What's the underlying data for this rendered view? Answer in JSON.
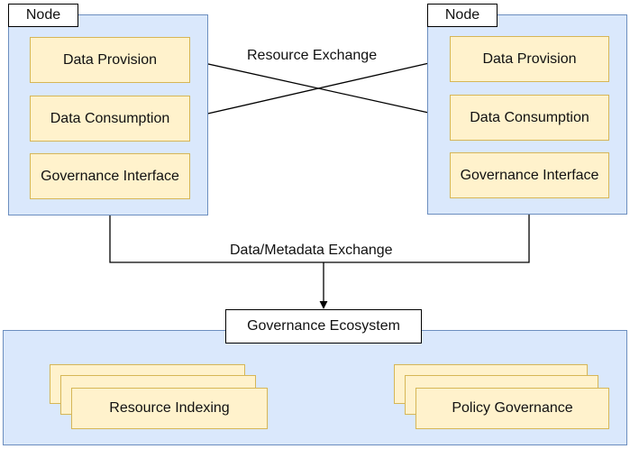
{
  "left_node": {
    "title": "Node",
    "components": [
      "Data Provision",
      "Data Consumption",
      "Governance Interface"
    ]
  },
  "right_node": {
    "title": "Node",
    "components": [
      "Data Provision",
      "Data Consumption",
      "Governance Interface"
    ]
  },
  "edges": {
    "resource_exchange": "Resource Exchange",
    "metadata_exchange": "Data/Metadata Exchange"
  },
  "ecosystem": {
    "title": "Governance Ecosystem",
    "stacks": [
      "Resource Indexing",
      "Policy Governance"
    ]
  },
  "colors": {
    "container_fill": "#dae8fc",
    "container_border": "#6c8ebf",
    "component_fill": "#fff2cc",
    "component_border": "#d6b656"
  }
}
